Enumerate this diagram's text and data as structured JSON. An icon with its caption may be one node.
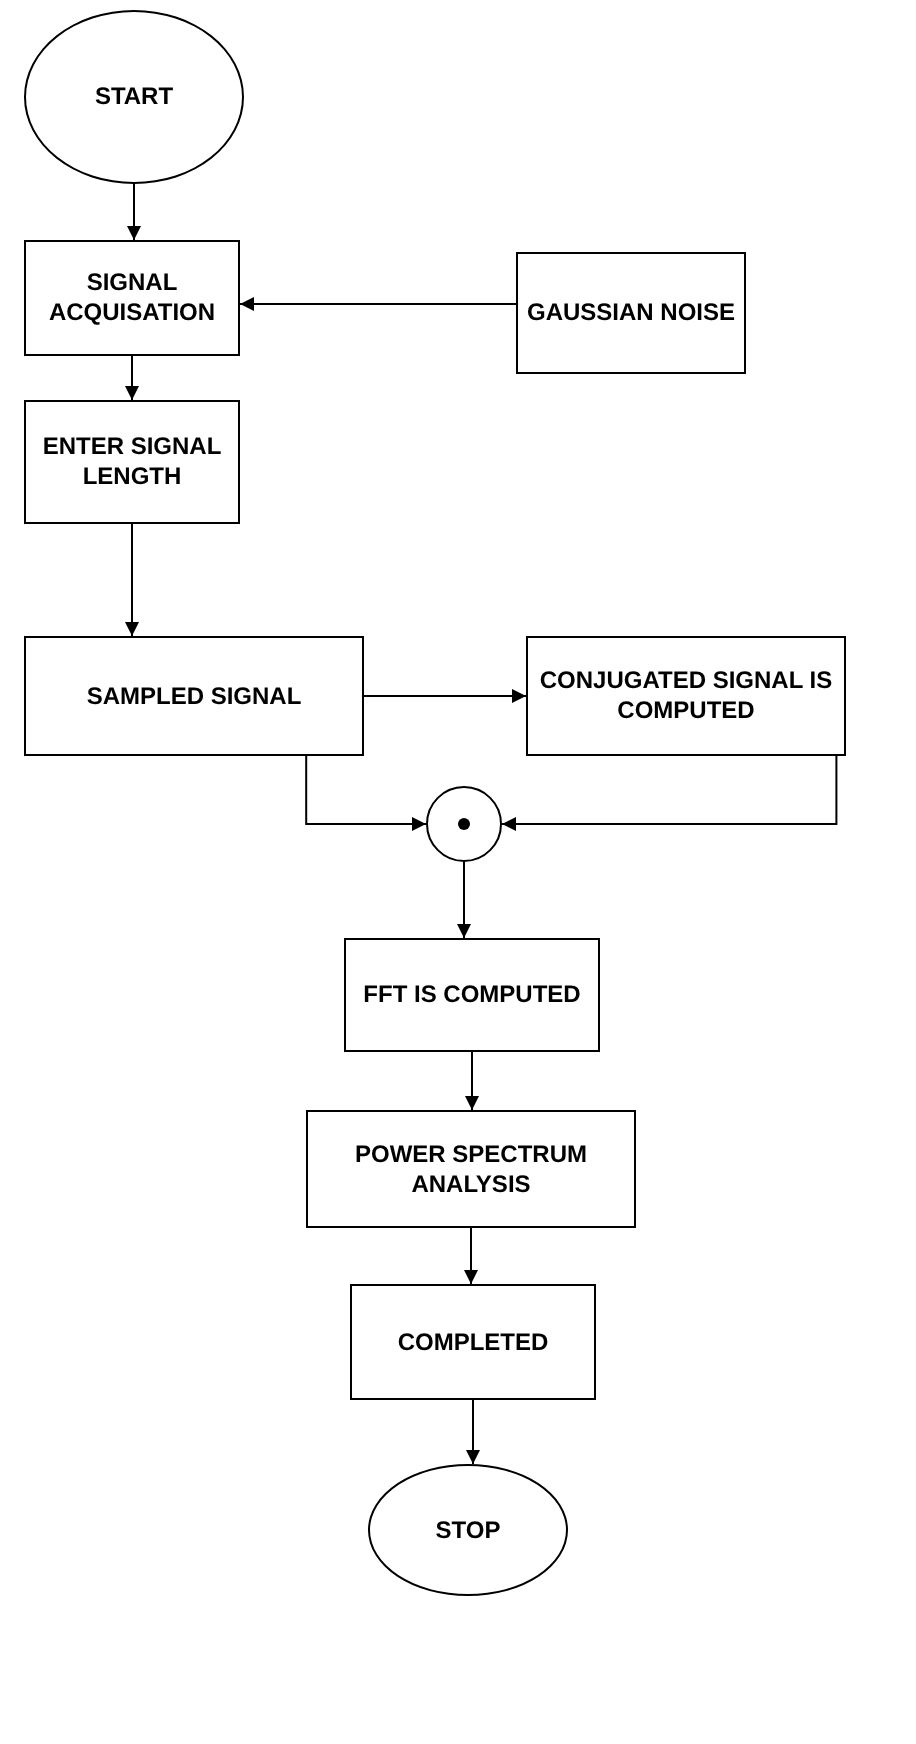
{
  "diagram": {
    "nodes": [
      {
        "text": [
          "START"
        ]
      },
      {
        "text": [
          "SIGNAL ACQUISATION"
        ]
      },
      {
        "text": [
          "GAUSSIAN NOISE"
        ]
      },
      {
        "text": [
          "ENTER SIGNAL LENGTH"
        ]
      },
      {
        "text": [
          "SAMPLED SIGNAL"
        ]
      },
      {
        "text": [
          "CONJUGATED SIGNAL IS COMPUTED"
        ]
      },
      {
        "text": [],
        "shape": "circle"
      },
      {
        "text": [
          "FFT IS COMPUTED"
        ]
      },
      {
        "text": [
          "POWER SPECTRUM ANALYSIS"
        ]
      },
      {
        "text": [
          "COMPLETED"
        ]
      },
      {
        "text": [
          "STOP"
        ]
      }
    ],
    "edges": [
      {
        "from": 0,
        "to": 1,
        "arrow": "to"
      },
      {
        "from": 2,
        "to": 1,
        "arrow": "to"
      },
      {
        "from": 1,
        "to": 3,
        "arrow": "to"
      },
      {
        "from": 3,
        "to": 4,
        "arrow": "to"
      },
      {
        "from": 4,
        "to": 5,
        "arrow": "to"
      },
      {
        "from": 4,
        "to": 6,
        "arrow": "to"
      },
      {
        "from": 5,
        "to": 6,
        "arrow": "to"
      },
      {
        "from": 6,
        "to": 7,
        "arrow": "to"
      },
      {
        "from": 7,
        "to": 8,
        "arrow": "to"
      },
      {
        "from": 8,
        "to": 9,
        "arrow": "to"
      },
      {
        "from": 9,
        "to": 10,
        "arrow": "to"
      }
    ]
  }
}
